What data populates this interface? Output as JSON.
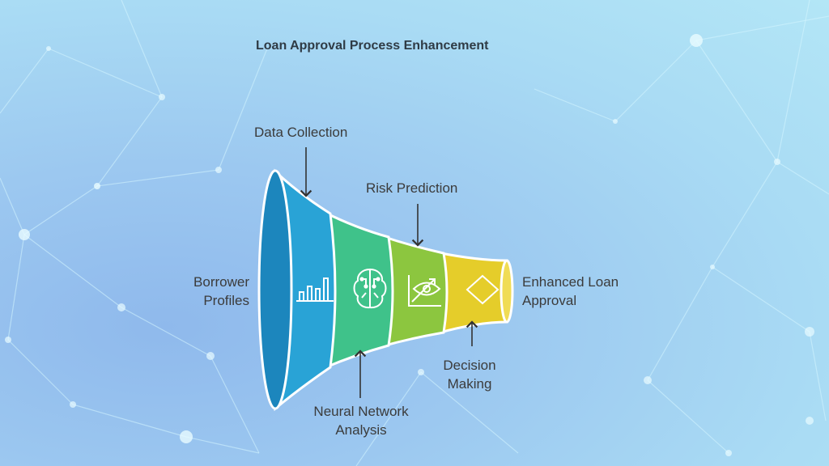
{
  "title": "Loan Approval Process Enhancement",
  "input_label": "Borrower Profiles",
  "output_label": "Enhanced Loan Approval",
  "stages": [
    {
      "label": "Data Collection",
      "icon": "bar-chart-icon",
      "color": "#29a3d6"
    },
    {
      "label": "Neural Network Analysis",
      "icon": "brain-circuit-icon",
      "color": "#3fc28a"
    },
    {
      "label": "Risk Prediction",
      "icon": "eye-chart-icon",
      "color": "#8cc63f"
    },
    {
      "label": "Decision Making",
      "icon": "diamond-icon",
      "color": "#e5cd2a"
    }
  ]
}
